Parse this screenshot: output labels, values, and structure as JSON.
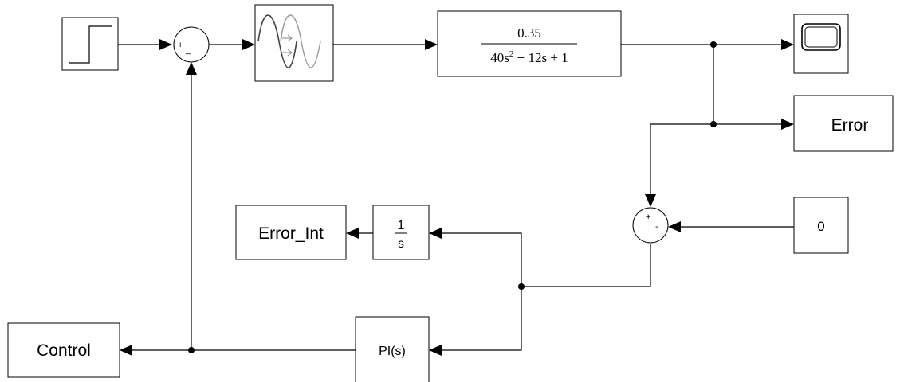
{
  "blocks": {
    "step": {
      "icon": "step-icon"
    },
    "sum1": {
      "sign_top": "+",
      "sign_bottom": "_"
    },
    "delay": {
      "icon": "transport-delay-icon"
    },
    "plant": {
      "numerator": "0.35",
      "den_a": "40s",
      "den_a_exp": "2",
      "den_b": " + 12s + 1"
    },
    "scope": {
      "icon": "scope-icon"
    },
    "error_out": {
      "label": "Error"
    },
    "sum2": {
      "sign_top": "+",
      "sign_bottom": "-"
    },
    "constant": {
      "label": "0"
    },
    "integrator": {
      "numerator": "1",
      "denominator": "s"
    },
    "error_int_out": {
      "label": "Error_Int"
    },
    "pi": {
      "label": "PI(s)"
    },
    "control_out": {
      "label": "Control"
    }
  }
}
